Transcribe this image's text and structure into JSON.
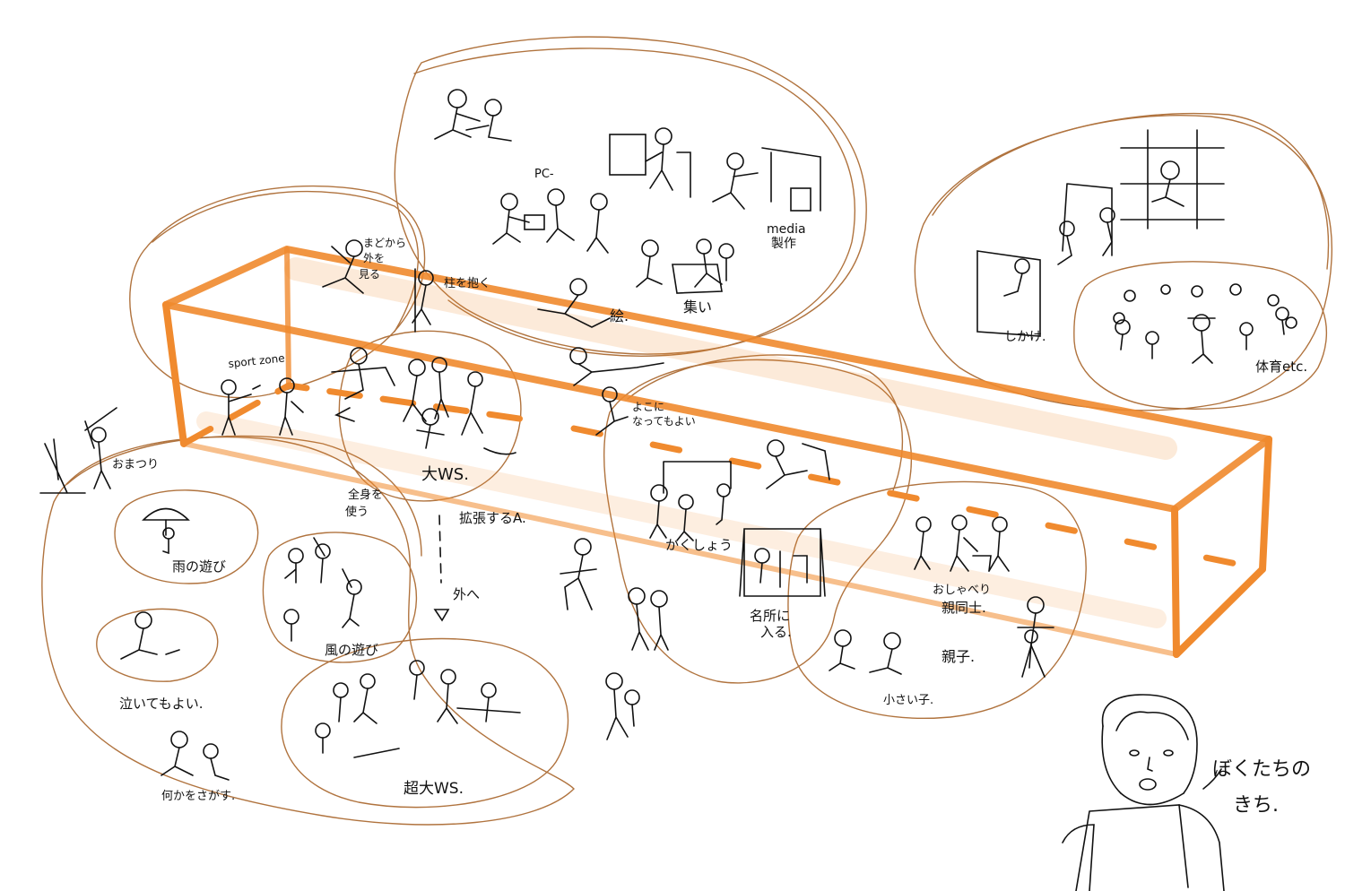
{
  "colors": {
    "paper": "#ffffff",
    "ink": "#111111",
    "pencil": "#b0733e",
    "frame": "#f08a2e"
  },
  "labels": {
    "pc": "PC-",
    "media": "media",
    "seisaku": "製作",
    "e": "絵.",
    "atsumari": "集い",
    "hashira": "柱を抱く",
    "mado": "まどから",
    "soto": "外を",
    "miru": "見る",
    "sport_zone": "sport zone",
    "omatsuri": "おまつり",
    "dai_ws": "大WS.",
    "zenshin": "全身を",
    "tsukau": "使う",
    "kakuchou": "拡張するA.",
    "soto_e": "外へ",
    "ame": "雨の遊び",
    "kaze": "風の遊び",
    "nakete": "泣いてもよい.",
    "nanika": "何かをさがす.",
    "chou_dai_ws": "超大WS.",
    "yoko": "よこに",
    "natte": "なってもよい",
    "kakushou": "かくしょう",
    "meisou": "名所に",
    "hairu": "入る.",
    "oshaberi": "おしゃべり",
    "oyadoushi": "親同士.",
    "oyako": "親子.",
    "chiisaiko": "小さい子.",
    "shikake": "しかけ.",
    "taiiku": "体育etc.",
    "bokutachi": "ぼくたちの",
    "kichi": "きち."
  }
}
